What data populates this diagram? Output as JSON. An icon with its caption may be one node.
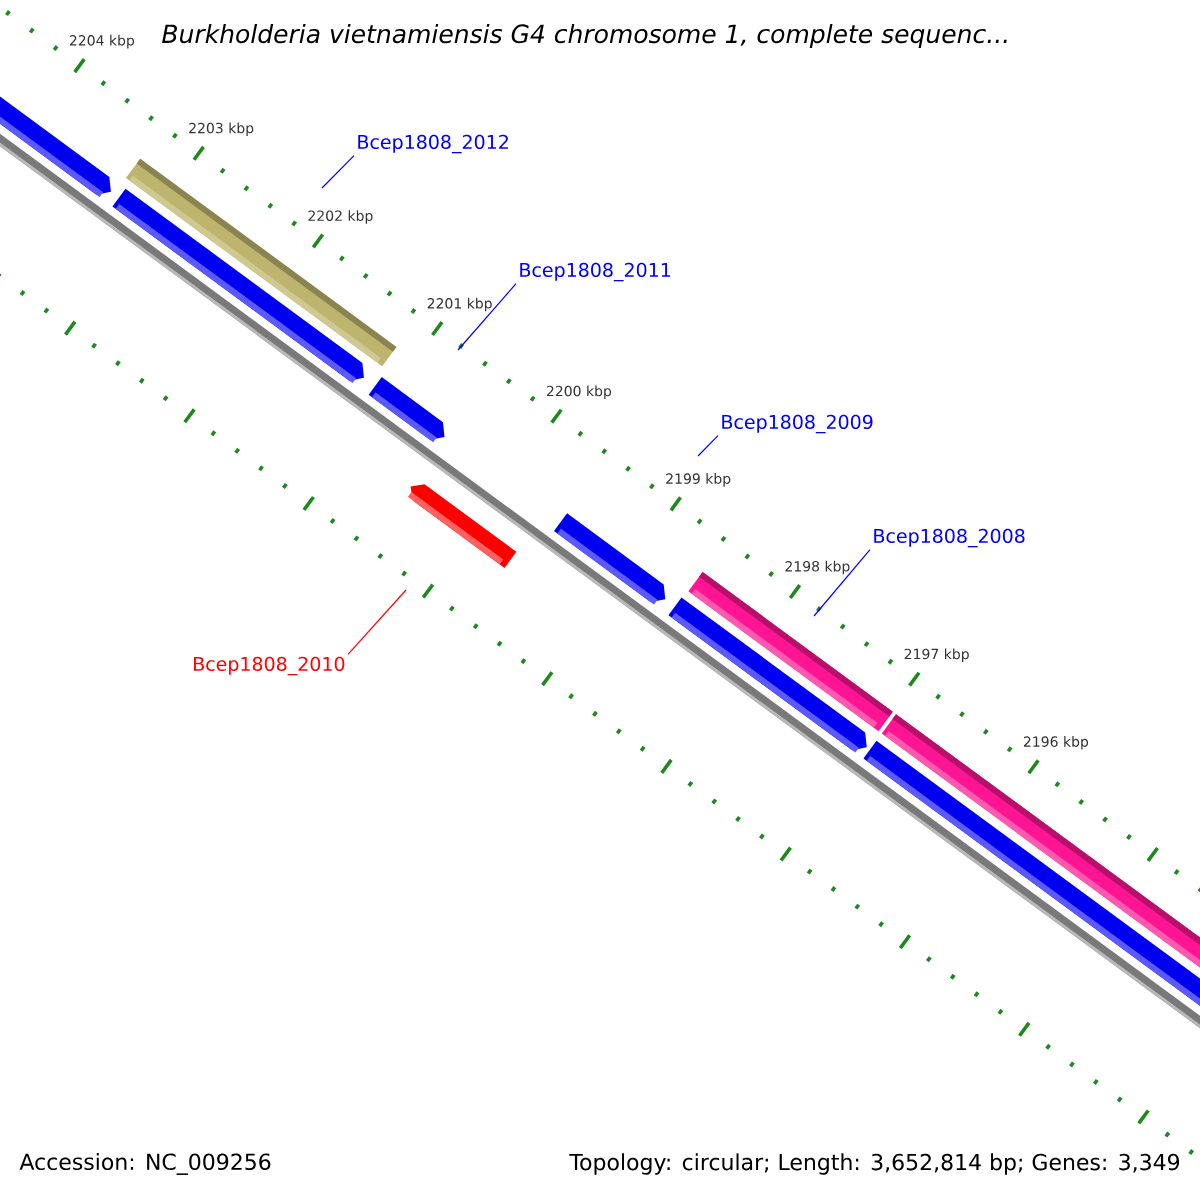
{
  "diagram": {
    "title": "Burkholderia vietnamiensis G4 chromosome 1, complete sequenc...",
    "nodes": [
      {
        "text": [
          "Bcep1808_2012"
        ]
      },
      {
        "text": [
          "Bcep1808_2011"
        ]
      },
      {
        "text": [
          "Bcep1808_2009"
        ]
      },
      {
        "text": [
          "Bcep1808_2008"
        ]
      },
      {
        "text": [
          "Bcep1808_2010"
        ]
      }
    ],
    "edges": [
      {
        "from": 0,
        "to": null,
        "arrow": "none"
      },
      {
        "from": 1,
        "to": null,
        "arrow": "none"
      },
      {
        "from": 2,
        "to": null,
        "arrow": "none"
      },
      {
        "from": 3,
        "to": null,
        "arrow": "none"
      },
      {
        "from": 4,
        "to": null,
        "arrow": "none",
        "color": "#ff0000"
      }
    ],
    "labels": [
      "2204 kbp",
      "2203 kbp",
      "2202 kbp",
      "2201 kbp",
      "2200 kbp",
      "2199 kbp",
      "2198 kbp",
      "2197 kbp",
      "2196 kbp",
      "Accession: NC_009256",
      "Topology: circular; Length: 3,652,814 bp; Genes: 3,349"
    ]
  }
}
